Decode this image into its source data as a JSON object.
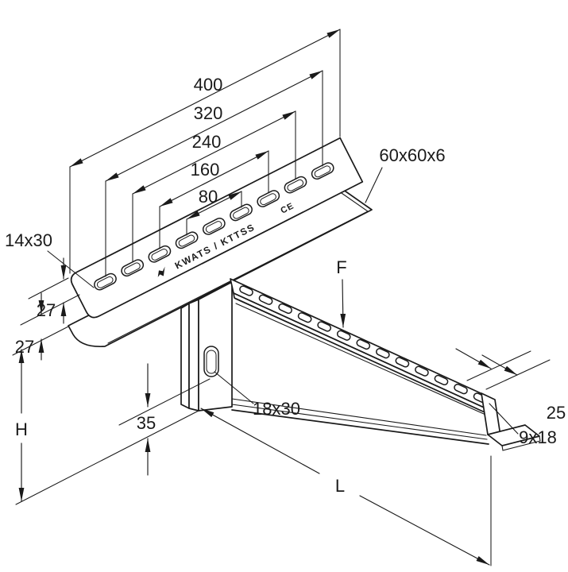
{
  "drawing": {
    "description": "isometric technical drawing of a slotted wall bracket with mounting rail and cantilever arm",
    "dims": {
      "d400": "400",
      "d320": "320",
      "d240": "240",
      "d160": "160",
      "d80": "80",
      "profile": "60x60x6",
      "rail_slot": "14x30",
      "edge_top": "27",
      "edge_bottom": "27",
      "plate_offset": "35",
      "height": "H",
      "length": "L",
      "force": "F",
      "slot_pitch": "25",
      "arm_slot": "9x18",
      "plate_slot": "18x30"
    },
    "marking": {
      "brand": "KWATS / KTTSS",
      "ce": "CE"
    }
  }
}
